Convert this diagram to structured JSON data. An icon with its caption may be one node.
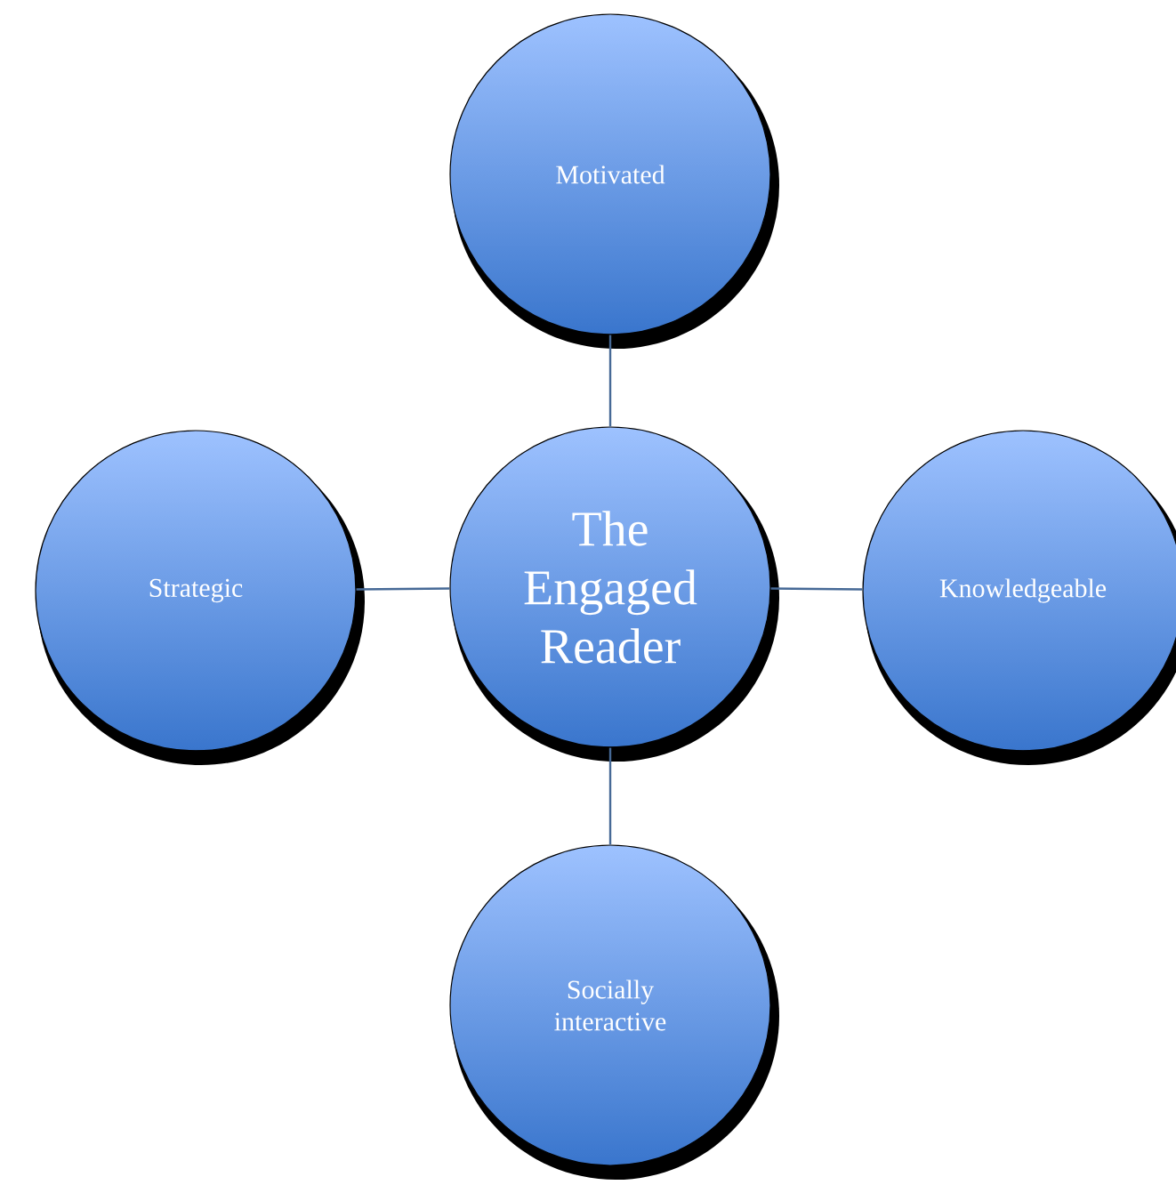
{
  "diagram": {
    "nodes": [
      {
        "text": [
          "Motivated"
        ]
      },
      {
        "text": [
          "Strategic"
        ]
      },
      {
        "text": [
          "The Engaged Reader"
        ]
      },
      {
        "text": [
          "Knowledgeable"
        ]
      },
      {
        "text": [
          "Socially interactive"
        ]
      }
    ],
    "edges": [
      {
        "from": 2,
        "to": 0,
        "arrow": "none"
      },
      {
        "from": 2,
        "to": 1,
        "arrow": "none"
      },
      {
        "from": 2,
        "to": 3,
        "arrow": "none"
      },
      {
        "from": 2,
        "to": 4,
        "arrow": "none"
      }
    ]
  }
}
